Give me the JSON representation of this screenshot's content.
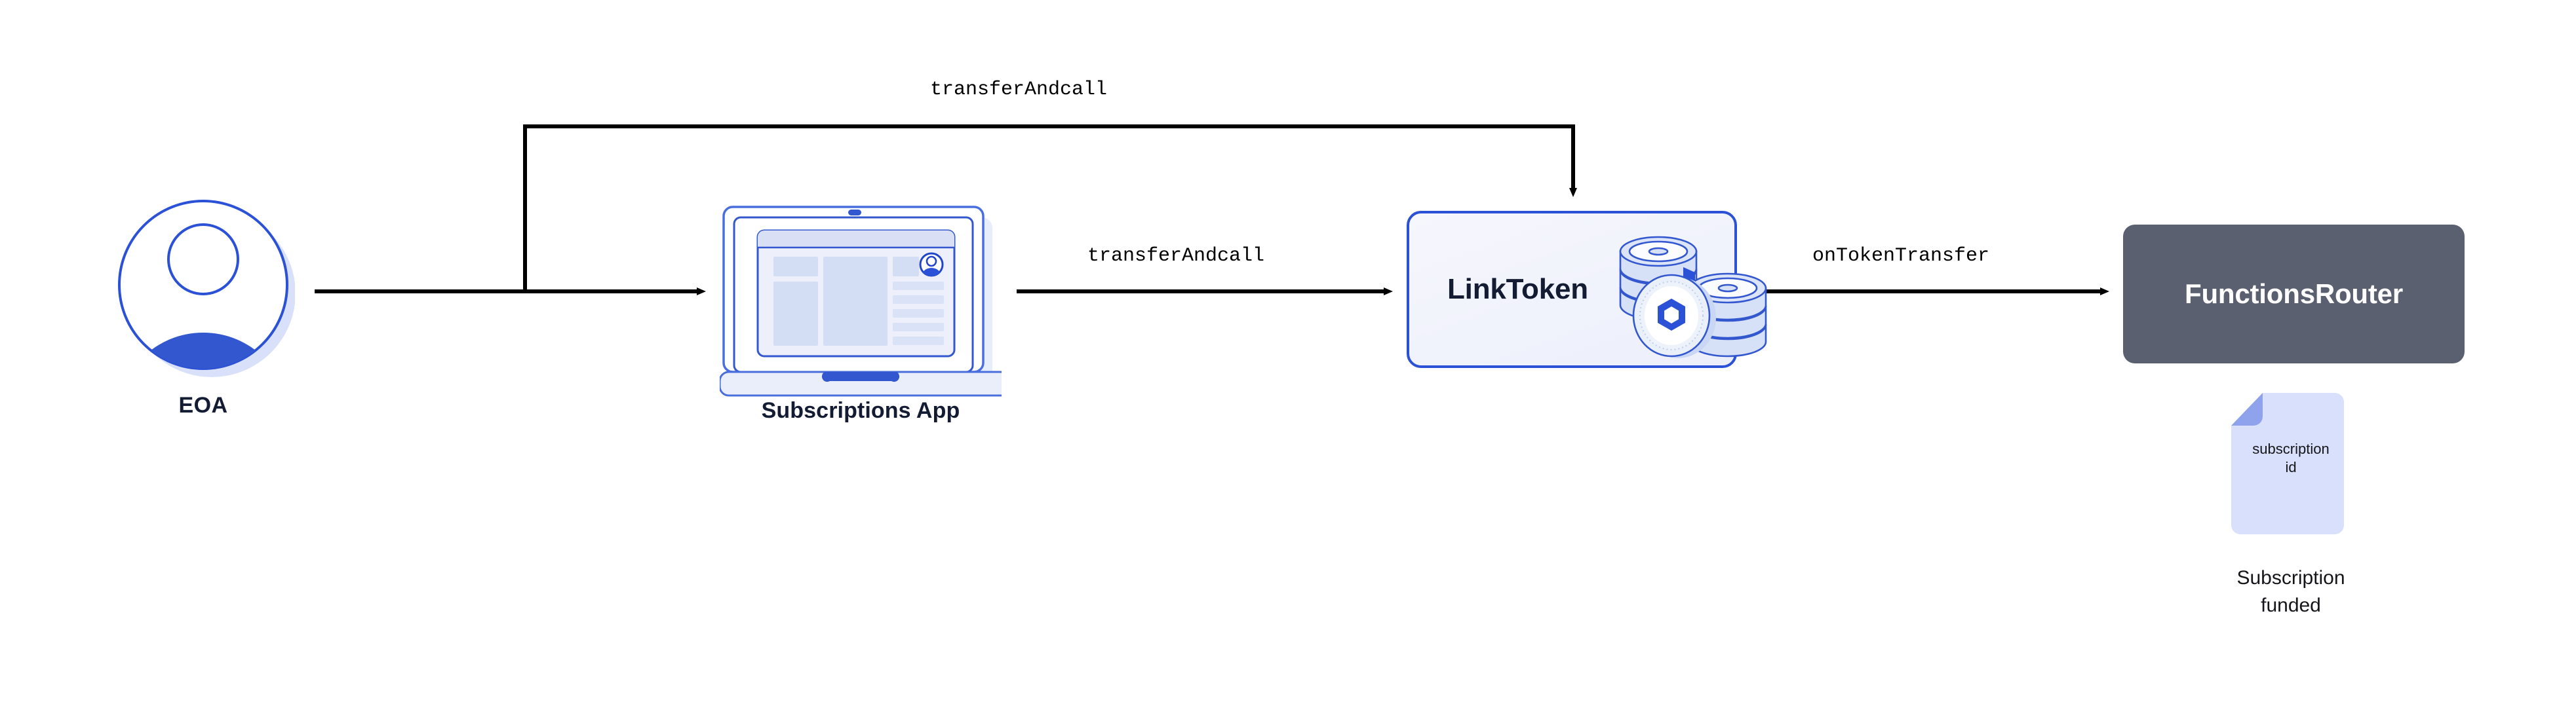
{
  "diagram": {
    "title": "Chainlink Functions subscription funding flow",
    "background_color": "#ffffff"
  },
  "colors": {
    "accent_blue": "#2a51d6",
    "light_blue": "#d6dffa",
    "pale_blue": "#eceffb",
    "dark_navy": "#141c33",
    "router_gray": "#5b6070",
    "edge_black": "#000000",
    "doc_fill": "#d9e0fb",
    "doc_fold": "#8fa3ec"
  },
  "nodes": {
    "eoa": {
      "label": "EOA",
      "icon": "user-avatar-icon"
    },
    "subscriptions_app": {
      "label": "Subscriptions App",
      "icon": "laptop-icon"
    },
    "link_token": {
      "label": "LinkToken",
      "icon": "coin-stack-icon"
    },
    "functions_router": {
      "label": "FunctionsRouter"
    },
    "subscription_doc": {
      "doc_text_line1": "subscription",
      "doc_text_line2": "id",
      "caption_line1": "Subscription",
      "caption_line2": "funded",
      "icon": "document-icon"
    }
  },
  "edges": [
    {
      "id": "eoa-to-app",
      "from": "eoa",
      "to": "subscriptions_app",
      "label": ""
    },
    {
      "id": "eoa-to-linktoken-top",
      "from": "eoa",
      "to": "link_token",
      "label": "transferAndcall"
    },
    {
      "id": "app-to-linktoken",
      "from": "subscriptions_app",
      "to": "link_token",
      "label": "transferAndcall"
    },
    {
      "id": "linktoken-to-router",
      "from": "link_token",
      "to": "functions_router",
      "label": "onTokenTransfer"
    }
  ],
  "edge_labels": {
    "top": "transferAndcall",
    "middle": "transferAndcall",
    "on_token_transfer": "onTokenTransfer"
  }
}
